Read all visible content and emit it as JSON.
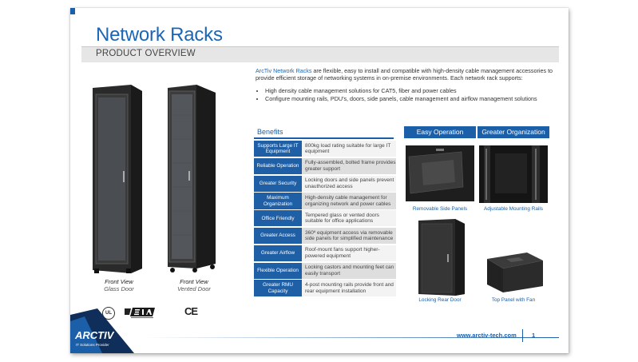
{
  "title": "Network Racks",
  "section_bar": "PRODUCT OVERVIEW",
  "intro": {
    "brand": "ArcTiv Network Racks",
    "text": " are flexible, easy to install and compatible with high-density cable management accessories to provide efficient storage of networking systems in on-premise environments.   Each network rack supports:",
    "bullets": [
      "High density cable management solutions for CAT5, fiber and power cables",
      "Configure mounting rails, PDU's, doors, side panels, cable management and airflow management solutions"
    ]
  },
  "products": [
    {
      "view": "Front View",
      "variant": "Glass Door"
    },
    {
      "view": "Front View",
      "variant": "Vented Door"
    }
  ],
  "certifications": {
    "ul": "UL",
    "ce": "CE"
  },
  "benefits": {
    "heading": "Benefits",
    "rows": [
      {
        "key": "Supports Large IT Equipment",
        "value": "800kg load rating suitable for large IT equipment"
      },
      {
        "key": "Reliable Operation",
        "value": "Fully-assembled, bolted frame provides greater support"
      },
      {
        "key": "Greater Security",
        "value": "Locking doors and side panels prevent unauthorized access"
      },
      {
        "key": "Maximum Organization",
        "value": "High-density cable management for organizing network and power cables"
      },
      {
        "key": "Office Friendly",
        "value": "Tempered glass or vented doors suitable for office applications"
      },
      {
        "key": "Greater Access",
        "value": "360º equipment access via removable side panels for simplified maintenance"
      },
      {
        "key": "Greater Airflow",
        "value": "Roof-mount fans support higher-powered equipment"
      },
      {
        "key": "Flexible Operation",
        "value": "Locking castors and mounting feet can easily transport"
      },
      {
        "key": "Greater RMU Capacity",
        "value": "4-post mounting rails provide front and rear equipment installation"
      }
    ]
  },
  "features": {
    "easy_operation": "Easy Operation",
    "greater_organization": "Greater Organization",
    "removable_side_panels": "Removable Side Panels",
    "adjustable_mounting_rails": "Adjustable Mounting Rails",
    "locking_rear_door": "Locking Rear Door",
    "top_panel_with_fan": "Top Panel with Fan"
  },
  "footer": {
    "logo_text": "ARCTIV",
    "tagline": "IT Solutions Provider",
    "website": "www.arctiv-tech.com",
    "page": "1"
  },
  "colors": {
    "brand_blue": "#1b5fa8",
    "title_blue": "#1b66b5",
    "bar_gray": "#e6e6e6"
  }
}
